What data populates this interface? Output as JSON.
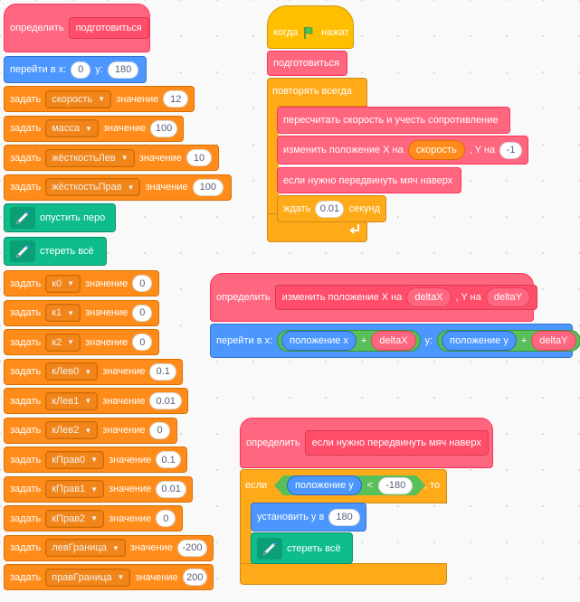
{
  "script1": {
    "define_label": "определить",
    "define_name": "подготовиться",
    "goto_label": "перейти в x:",
    "goto_x": "0",
    "goto_y_label": "y:",
    "goto_y": "180",
    "set_label": "задать",
    "value_label": "значение",
    "sets_top": [
      {
        "var": "скорость",
        "value": "12"
      },
      {
        "var": "масса",
        "value": "100"
      },
      {
        "var": "жёсткостьЛев",
        "value": "10"
      },
      {
        "var": "жёсткостьПрав",
        "value": "100"
      }
    ],
    "pen_down": "опустить перо",
    "erase_all": "стереть всё",
    "sets_bottom": [
      {
        "var": "к0",
        "value": "0"
      },
      {
        "var": "к1",
        "value": "0"
      },
      {
        "var": "к2",
        "value": "0"
      },
      {
        "var": "кЛев0",
        "value": "0.1"
      },
      {
        "var": "кЛев1",
        "value": "0.01"
      },
      {
        "var": "кЛев2",
        "value": "0"
      },
      {
        "var": "кПрав0",
        "value": "0.1"
      },
      {
        "var": "кПрав1",
        "value": "0.01"
      },
      {
        "var": "кПрав2",
        "value": "0"
      },
      {
        "var": "левГраница",
        "value": "-200"
      },
      {
        "var": "правГраница",
        "value": "200"
      }
    ]
  },
  "script2": {
    "when_label": "когда",
    "clicked_label": "нажат",
    "flag_icon": "green-flag-icon",
    "call_prepare": "подготовиться",
    "forever_label": "повторять всегда",
    "recalc": "пересчитать скорость и учесть сопротивление",
    "change_pos_a": "изменить положение X на",
    "change_pos_arg": "скорость",
    "change_pos_b": ", Y на",
    "change_pos_y": "-1",
    "move_up": "если нужно передвинуть мяч наверх",
    "wait_label": "ждать",
    "wait_value": "0.01",
    "wait_unit": "секунд",
    "loop_arrow_icon": "loop-arrow-icon"
  },
  "script3": {
    "define_label": "определить",
    "proto_a": "изменить положение X на",
    "arg_dx": "deltaX",
    "proto_b": ", Y на",
    "arg_dy": "deltaY",
    "goto_label": "перейти в x:",
    "pos_x": "положение x",
    "plus": "+",
    "goto_y_label": "y:",
    "pos_y": "положение y"
  },
  "script4": {
    "define_label": "определить",
    "proto": "если нужно передвинуть мяч наверх",
    "if_label": "если",
    "pos_y": "положение y",
    "lt": "<",
    "threshold": "-180",
    "then_label": ", то",
    "set_y_label": "установить y в",
    "set_y_value": "180",
    "erase_all": "стереть всё"
  },
  "colors": {
    "variables": "#ff8c1a",
    "motion": "#4c97ff",
    "pen": "#0fbd8c",
    "my_blocks": "#ff6680",
    "events": "#ffbf00",
    "control": "#ffab19",
    "operators": "#59c059"
  }
}
